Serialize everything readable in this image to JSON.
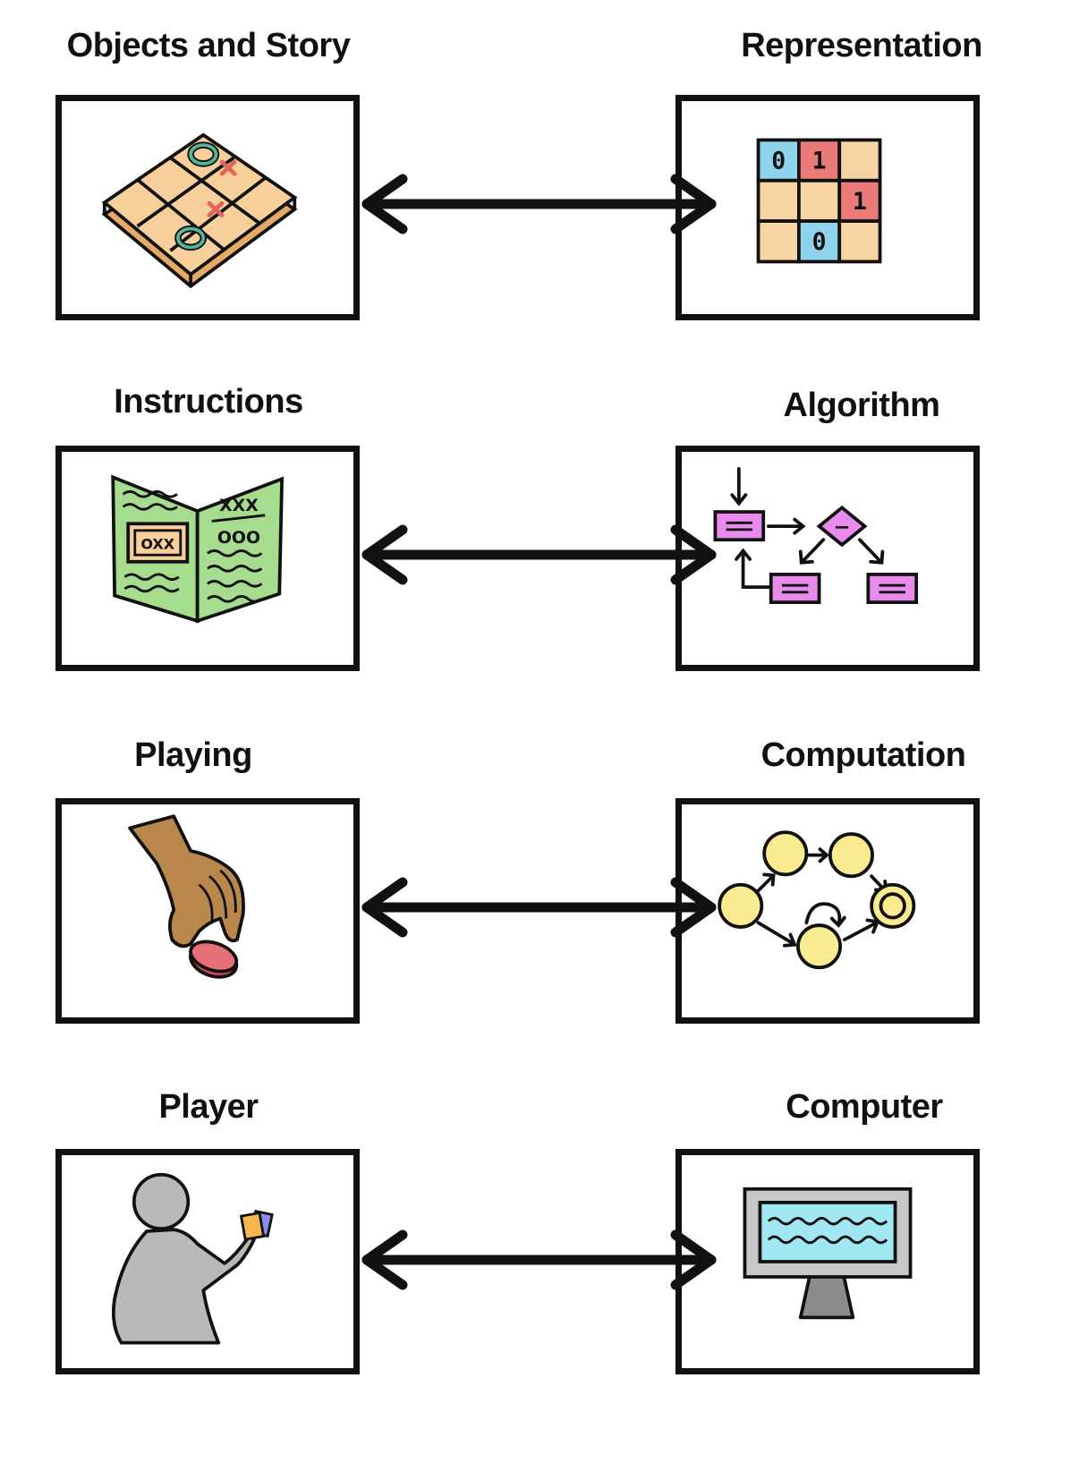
{
  "rows": [
    {
      "left": "Objects and Story",
      "right": "Representation"
    },
    {
      "left": "Instructions",
      "right": "Algorithm"
    },
    {
      "left": "Playing",
      "right": "Computation"
    },
    {
      "left": "Player",
      "right": "Computer"
    }
  ],
  "representation_grid": {
    "cells": [
      [
        "0",
        "1",
        ""
      ],
      [
        "",
        "",
        "1"
      ],
      [
        "",
        "0",
        ""
      ]
    ]
  },
  "instructions_card": {
    "left_box": "OXX",
    "right_top": "XXX",
    "right_mid": "OOO"
  },
  "algorithm_diamond": "−",
  "colors": {
    "ink": "#111111",
    "board": "#f6cf9b",
    "board_side": "#e3a965",
    "o_mark": "#54b59a",
    "x_mark": "#e0665a",
    "grid_blue": "#8fd4ec",
    "grid_red": "#ea7b78",
    "grid_tan": "#f8d3a3",
    "paper_green": "#a6dc8d",
    "box_pink": "#e98bec",
    "node_yellow": "#faea90",
    "hand": "#b9874b",
    "chip": "#e76f78",
    "person_gray": "#b9b9b9",
    "screen_cyan": "#9fe8f2",
    "monitor_gray": "#8c8c8c"
  }
}
